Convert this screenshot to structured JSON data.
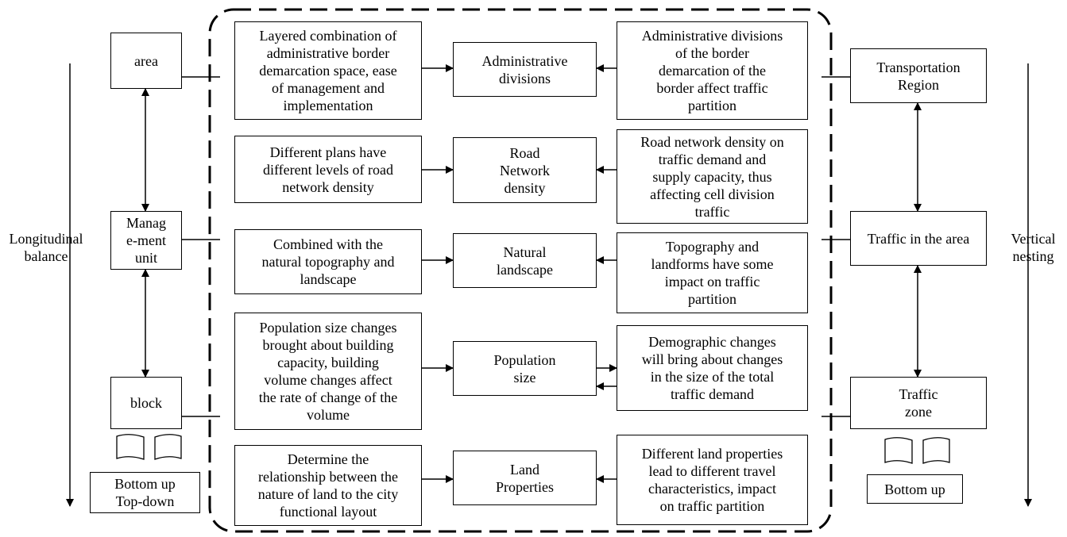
{
  "left_column": {
    "area": "area",
    "management_unit": [
      "Manag",
      "e-ment",
      "unit"
    ],
    "block": "block",
    "order": [
      "Bottom up",
      "Top-down"
    ],
    "axis_label": [
      "Longitudinal",
      "balance"
    ]
  },
  "right_column": {
    "transportation_region": [
      "Transportation",
      "Region"
    ],
    "traffic_in_area": "Traffic in the area",
    "traffic_zone": [
      "Traffic",
      "zone"
    ],
    "order": "Bottom up",
    "axis_label": [
      "Vertical",
      "nesting"
    ]
  },
  "rows": [
    {
      "left": [
        "Layered combination of",
        "administrative border",
        "demarcation space, ease",
        "of management and",
        "implementation"
      ],
      "center": [
        "Administrative",
        "divisions"
      ],
      "right": [
        "Administrative divisions",
        "of the border",
        "demarcation of the",
        "border affect traffic",
        "partition"
      ]
    },
    {
      "left": [
        "Different plans have",
        "different levels of road",
        "network density"
      ],
      "center": [
        "Road",
        "Network",
        "density"
      ],
      "right": [
        "Road network density on",
        "traffic demand and",
        "supply capacity, thus",
        "affecting cell division",
        "traffic"
      ]
    },
    {
      "left": [
        "Combined with the",
        "natural topography and",
        "landscape"
      ],
      "center": [
        "Natural",
        "landscape"
      ],
      "right": [
        "Topography and",
        "landforms have some",
        "impact on traffic",
        "partition"
      ]
    },
    {
      "left": [
        "Population size changes",
        "brought about building",
        "capacity, building",
        "volume changes affect",
        "the rate of change of the",
        "volume"
      ],
      "center": [
        "Population",
        "size"
      ],
      "right": [
        "Demographic changes",
        "will bring about changes",
        "in the size of the total",
        "traffic demand"
      ]
    },
    {
      "left": [
        "Determine the",
        "relationship between the",
        "nature of land to the city",
        "functional layout"
      ],
      "center": [
        "Land",
        "Properties"
      ],
      "right": [
        "Different land properties",
        "lead to different travel",
        "characteristics, impact",
        "on traffic partition"
      ]
    }
  ]
}
